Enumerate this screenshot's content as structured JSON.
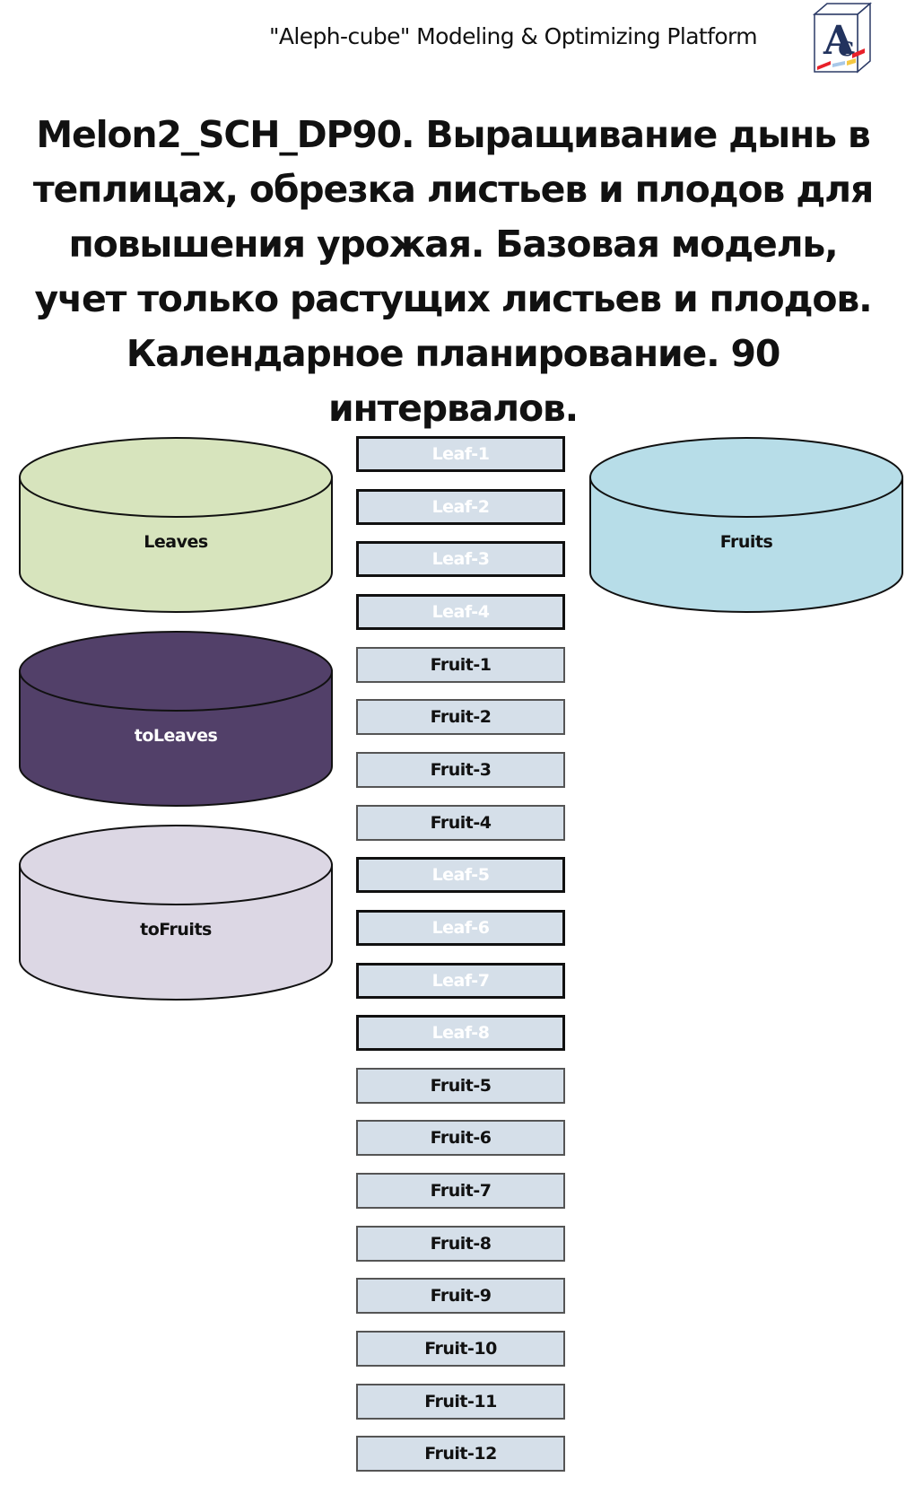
{
  "header": {
    "platform_title": "\"Aleph-cube\" Modeling & Optimizing Platform",
    "logo_icon": "aleph-cube-logo",
    "logo_text": "Ac"
  },
  "title": "Melon2_SCH_DP90. Выращивание дынь в теплицах, обрезка листьев и плодов для повышения урожая. Базовая модель, учет только растущих листьев и плодов. Календарное планирование. 90 интервалов.",
  "colors": {
    "leaves_fill": "#d7e4bd",
    "fruits_fill": "#b7dde8",
    "toleaves_fill": "#524069",
    "tofruits_fill": "#dcd7e4",
    "box_fill": "#d5dfe9"
  },
  "cylinders": {
    "leaves": {
      "label": "Leaves"
    },
    "fruits": {
      "label": "Fruits"
    },
    "toleaves": {
      "label": "toLeaves"
    },
    "tofruits": {
      "label": "toFruits"
    }
  },
  "items": [
    {
      "label": "Leaf-1",
      "kind": "leaf"
    },
    {
      "label": "Leaf-2",
      "kind": "leaf"
    },
    {
      "label": "Leaf-3",
      "kind": "leaf"
    },
    {
      "label": "Leaf-4",
      "kind": "leaf"
    },
    {
      "label": "Fruit-1",
      "kind": "fruit"
    },
    {
      "label": "Fruit-2",
      "kind": "fruit"
    },
    {
      "label": "Fruit-3",
      "kind": "fruit"
    },
    {
      "label": "Fruit-4",
      "kind": "fruit"
    },
    {
      "label": "Leaf-5",
      "kind": "leaf"
    },
    {
      "label": "Leaf-6",
      "kind": "leaf"
    },
    {
      "label": "Leaf-7",
      "kind": "leaf"
    },
    {
      "label": "Leaf-8",
      "kind": "leaf"
    },
    {
      "label": "Fruit-5",
      "kind": "fruit"
    },
    {
      "label": "Fruit-6",
      "kind": "fruit"
    },
    {
      "label": "Fruit-7",
      "kind": "fruit"
    },
    {
      "label": "Fruit-8",
      "kind": "fruit"
    },
    {
      "label": "Fruit-9",
      "kind": "fruit"
    },
    {
      "label": "Fruit-10",
      "kind": "fruit"
    },
    {
      "label": "Fruit-11",
      "kind": "fruit"
    },
    {
      "label": "Fruit-12",
      "kind": "fruit"
    }
  ]
}
